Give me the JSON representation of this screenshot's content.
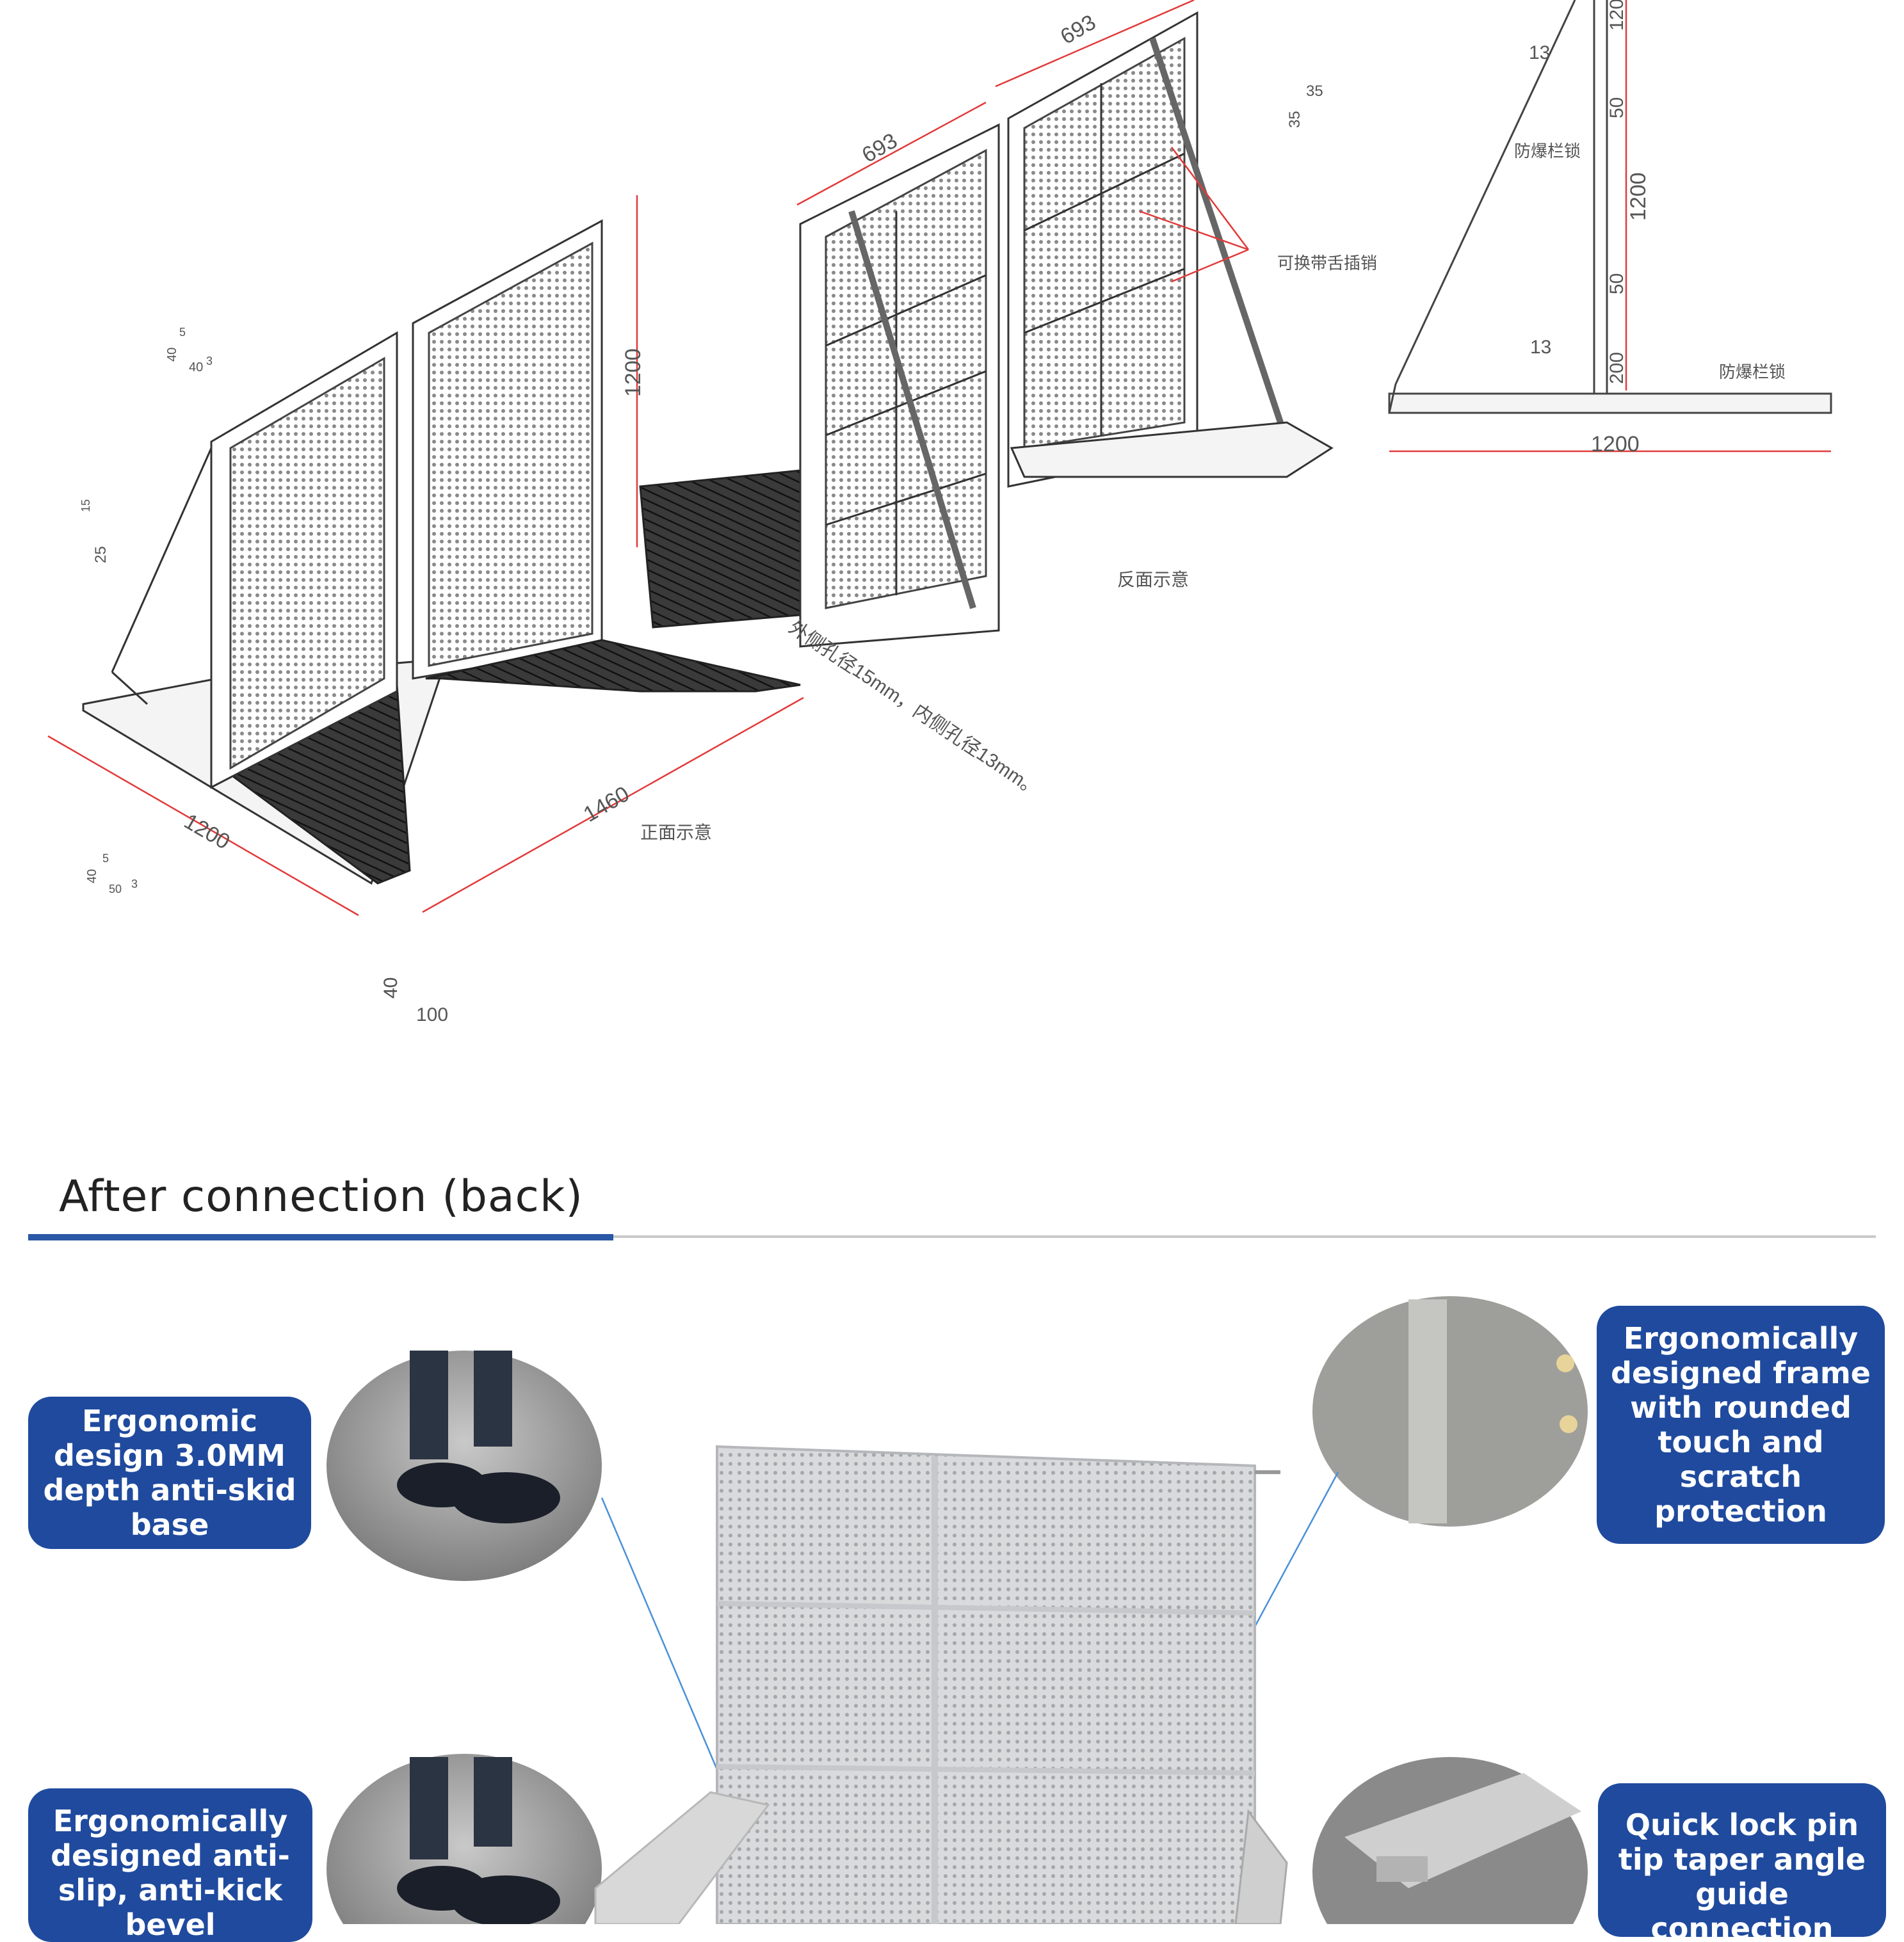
{
  "drawing": {
    "front_view_label": "正面示意",
    "back_view_label": "反面示意",
    "hole_note": "外侧孔径15mm，内侧孔径13mm。",
    "replaceable_pin_label": "可换带舌插销",
    "lock_label_top": "防爆栏锁",
    "lock_label_bottom": "防爆栏锁",
    "dims": {
      "base_length": "1460",
      "base_width": "1200",
      "panel_height": "1200",
      "panel_width_a": "693",
      "panel_width_b": "693",
      "side_width": "1200",
      "side_height": "1200",
      "side_top": "120",
      "side_gap_a": "50",
      "side_gap_b": "50",
      "side_bottom": "200",
      "side_offset_a": "13",
      "side_offset_b": "13",
      "tube_35a": "35",
      "tube_35b": "35",
      "tube_40a": "40",
      "tube_40b": "40",
      "tube_40c": "40",
      "tube_40d": "40",
      "tube_5a": "5",
      "tube_5b": "5",
      "tube_3a": "3",
      "tube_3b": "3",
      "tube_50": "50",
      "tube_25": "25",
      "tube_15": "15",
      "ramp_40": "40",
      "ramp_100": "100"
    }
  },
  "section": {
    "title": "After connection (back)"
  },
  "callouts": {
    "c1": "Ergonomic design 3.0MM depth anti-skid base",
    "c2": "Ergonomically designed frame with rounded touch and scratch protection",
    "c3": "Ergonomically designed anti-slip, anti-kick bevel",
    "c4": "Quick lock pin tip taper angle guide connection"
  },
  "colors": {
    "accent": "#1f4a9e",
    "rule_blue": "#2b57a7",
    "dimension_red": "#e23a3a"
  }
}
